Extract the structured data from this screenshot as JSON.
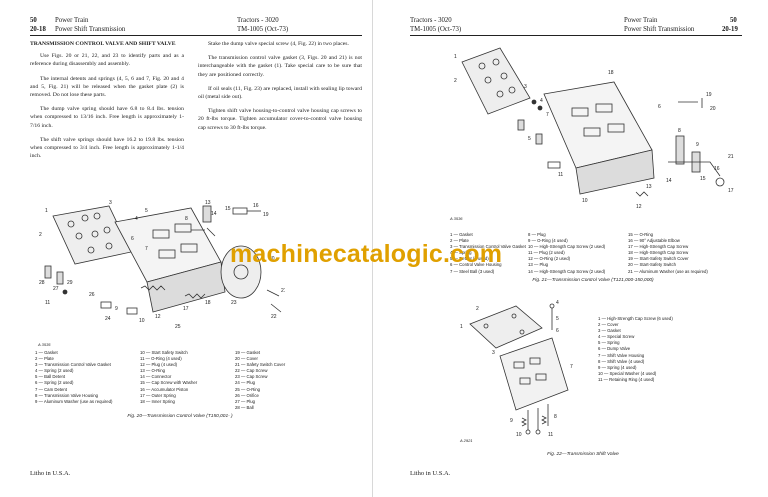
{
  "left_page": {
    "header": {
      "page_num": "50",
      "section": "Power Train",
      "model": "Tractors - 3020",
      "page_ref": "20-18",
      "subsection": "Power Shift Transmission",
      "manual": "TM-1005  (Oct-73)"
    },
    "col1": {
      "heading": "TRANSMISSION CONTROL VALVE AND SHIFT VALVE",
      "p1": "Use Figs. 20 or 21, 22, and 23 to identify parts and as a reference during disassembly and assembly.",
      "p2": "The internal detents and springs (4, 5, 6 and 7, Fig. 20 and 4 and 5, Fig. 21) will be released when the gasket plate (2) is removed. Do not lose these parts.",
      "p3": "The dump valve spring should have 6.8 to 8.4 lbs. tension when compressed to 13/16 inch. Free length is approximately 1-7/16 inch.",
      "p4": "The shift valve springs should have 16.2 to 19.8 lbs. tension when compressed to 3/4 inch. Free length is approximately 1-1/4 inch."
    },
    "col2": {
      "p1": "Stake the dump valve special screw (4, Fig. 22) in two places.",
      "p2": "The transmission control valve gasket (3, Figs. 20 and 21) is not interchangeable with the gasket (1). Take special care to be sure that they are positioned correctly.",
      "p3": "If oil seals (11, Fig. 23) are replaced, install with sealing lip toward oil (metal side out).",
      "p4": "Tighten shift valve housing-to-control valve housing cap screws to 20 ft-lbs torque. Tighten accumulator cover-to-control valve housing cap screws to 30 ft-lbs torque."
    },
    "figure": {
      "tag": "A 3535",
      "caption": "Fig. 20—Transmission Control Valve (T150,001-    )",
      "callouts": [
        "13",
        "14",
        "15",
        "16",
        "19",
        "1",
        "2",
        "3",
        "4",
        "5",
        "6",
        "7",
        "8",
        "9",
        "10",
        "11",
        "12",
        "17",
        "18",
        "20",
        "21",
        "22",
        "23",
        "24",
        "25",
        "26",
        "27",
        "28",
        "29"
      ],
      "legend_col1": [
        "1 — Gasket",
        "2 — Plate",
        "3 — Transmission Control Valve Gasket",
        "4 — Spring (2 used)",
        "5 — Ball Detent",
        "6 — Spring (2 used)",
        "7 — Cam Detent",
        "8 — Transmission Valve Housing",
        "9 — Aluminum Washer (use as required)"
      ],
      "legend_col2": [
        "10 — Start Safety Switch",
        "11 — O-Ring (4 used)",
        "12 — Plug (4 used)",
        "13 — O-Ring",
        "14 — Connector",
        "15 — Cap Screw with Washer",
        "16 — Accumulator Piston",
        "17 — Outer Spring",
        "18 — Inner Spring"
      ],
      "legend_col3": [
        "19 — Gasket",
        "20 — Cover",
        "21 — Safety Switch Cover",
        "22 — Cap Screw",
        "23 — Cap Screw",
        "24 — Plug",
        "25 — O-Ring",
        "26 — Orifice",
        "27 — Plug",
        "28 — Ball"
      ]
    },
    "footer": "Litho in U.S.A."
  },
  "right_page": {
    "header": {
      "model": "Tractors - 3020",
      "manual": "TM-1005  (Oct-73)",
      "section": "Power Train",
      "page_num": "50",
      "subsection": "Power Shift Transmission",
      "page_ref": "20-19"
    },
    "fig21": {
      "tag": "A 3536",
      "caption": "Fig. 21—Transmission Control Valve (T121,000-150,000)",
      "callouts": [
        "1",
        "2",
        "3",
        "4",
        "5",
        "6",
        "7",
        "8",
        "9",
        "10",
        "11",
        "12",
        "13",
        "14",
        "15",
        "16",
        "17",
        "18",
        "19",
        "20",
        "21"
      ],
      "legend_col1": [
        "1 — Gasket",
        "2 — Plate",
        "3 — Transmission Control Valve Gasket",
        "4 — Spring",
        "5 — Detent (4 used)",
        "6 — Control Valve Housing",
        "7 — Steel Ball (3 used)"
      ],
      "legend_col2": [
        "8 — Plug",
        "9 — O-Ring (4 used)",
        "10 — High-Strength Cap Screw (2 used)",
        "11 — Plug (2 used)",
        "12 — O-Ring (2 used)",
        "13 — Plug",
        "14 — High-Strength Cap Screw (2 used)"
      ],
      "legend_col3": [
        "15 — O-Ring",
        "16 — 90° Adjustable Elbow",
        "17 — High-Strength Cap Screw",
        "18 — High-Strength Cap Screw",
        "19 — Start-Safety Switch Cover",
        "20 — Start-Safety Switch",
        "21 — Aluminum Washer (use as required)"
      ]
    },
    "fig22": {
      "tag": "A 2921",
      "caption": "Fig. 22—Transmission Shift Valve",
      "callouts": [
        "1",
        "2",
        "3",
        "4",
        "5",
        "6",
        "7",
        "8",
        "9",
        "10",
        "11"
      ],
      "legend": [
        "1 — High-Strength Cap Screw (6 used)",
        "2 — Cover",
        "3 — Gasket",
        "4 — Special Screw",
        "5 — Spring",
        "6 — Dump Valve",
        "7 — Shift Valve Housing",
        "8 — Shift Valve (4 used)",
        "9 — Spring (4 used)",
        "10 — Special Washer (4 used)",
        "11 — Retaining Ring (4 used)"
      ]
    },
    "footer": "Litho in U.S.A."
  },
  "watermark": "machinecatalogic.com",
  "colors": {
    "text": "#1a1a1a",
    "watermark": "#e0a000",
    "paper": "#ffffff"
  }
}
